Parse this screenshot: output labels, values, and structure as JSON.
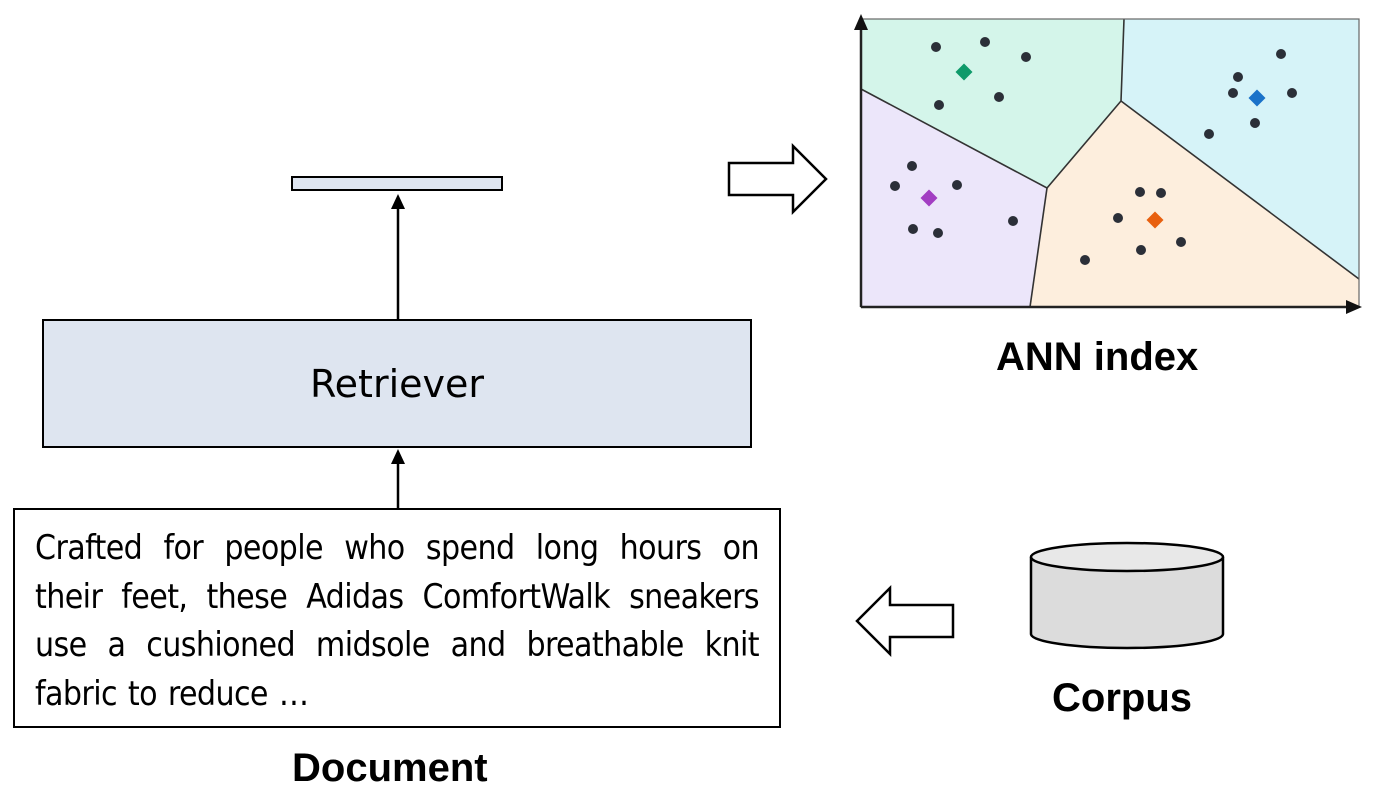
{
  "retriever": {
    "label": "Retriever"
  },
  "document": {
    "text": "Crafted for people who spend long hours on their feet, these Adidas ComfortWalk sneakers use a cushioned midsole and breathable knit fabric to reduce …",
    "caption": "Document"
  },
  "ann_index": {
    "caption": "ANN index",
    "clusters": [
      {
        "name": "top-left",
        "fill": "#d4f5ea",
        "centroid_color": "#0e9a6a"
      },
      {
        "name": "top-right",
        "fill": "#d6f3f8",
        "centroid_color": "#1a72c9"
      },
      {
        "name": "left",
        "fill": "#ece6fa",
        "centroid_color": "#a23ec2"
      },
      {
        "name": "bottom-right",
        "fill": "#fdeedd",
        "centroid_color": "#e8600f"
      }
    ],
    "point_color": "#2b2f38"
  },
  "corpus": {
    "caption": "Corpus",
    "fill": "#dcdcdc"
  },
  "colors": {
    "box_fill": "#dee5f0",
    "stroke": "#000000"
  }
}
